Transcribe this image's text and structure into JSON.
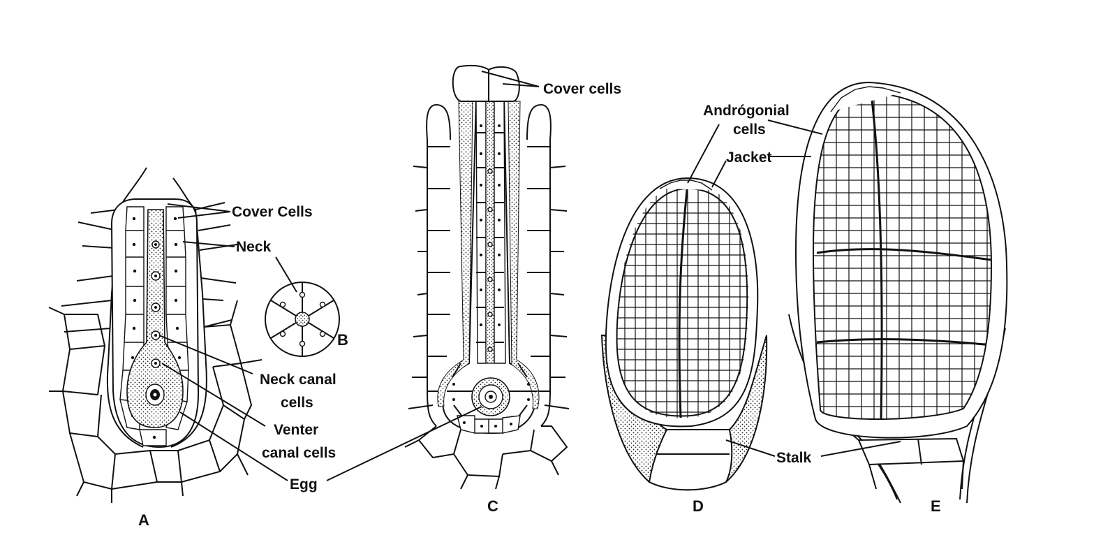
{
  "labels": {
    "cover_cells_a": "Cover Cells",
    "neck": "Neck",
    "neck_canal_1": "Neck canal",
    "neck_canal_2": "cells",
    "venter_1": "Venter",
    "venter_2": "canal cells",
    "egg": "Egg",
    "cover_cells_c": "Cover cells",
    "androgonial_1": "Andrógonial",
    "androgonial_2": "cells",
    "jacket": "Jacket",
    "stalk": "Stalk"
  },
  "captions": {
    "a": "A",
    "b": "B",
    "c": "C",
    "d": "D",
    "e": "E"
  },
  "colors": {
    "ink": "#111111",
    "paper": "#ffffff"
  }
}
